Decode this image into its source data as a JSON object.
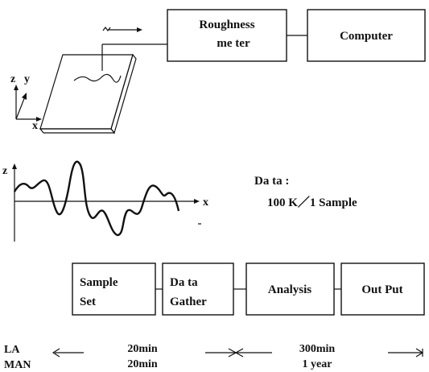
{
  "setup": {
    "meter_label_line1": "Roughness",
    "meter_label_line2": "me ter",
    "computer_label": "Computer",
    "axis_z": "z",
    "axis_y": "y",
    "axis_x": "x"
  },
  "profile": {
    "axis_z": "z",
    "axis_x": "x",
    "data_label": "Da ta :",
    "data_value": "100 K／1 Sample"
  },
  "flow": {
    "steps": [
      {
        "line1": "Sample",
        "line2": "Set"
      },
      {
        "line1": "Da ta",
        "line2": "Gather"
      },
      {
        "line1": "Analysis",
        "line2": ""
      },
      {
        "line1": "Out Put",
        "line2": ""
      }
    ]
  },
  "timeline": {
    "row1_label": "LA",
    "row2_label": "MAN",
    "row1_time_a": "20min",
    "row2_time_a": "20min",
    "row1_time_b": "300min",
    "row2_time_b": "1 year"
  }
}
